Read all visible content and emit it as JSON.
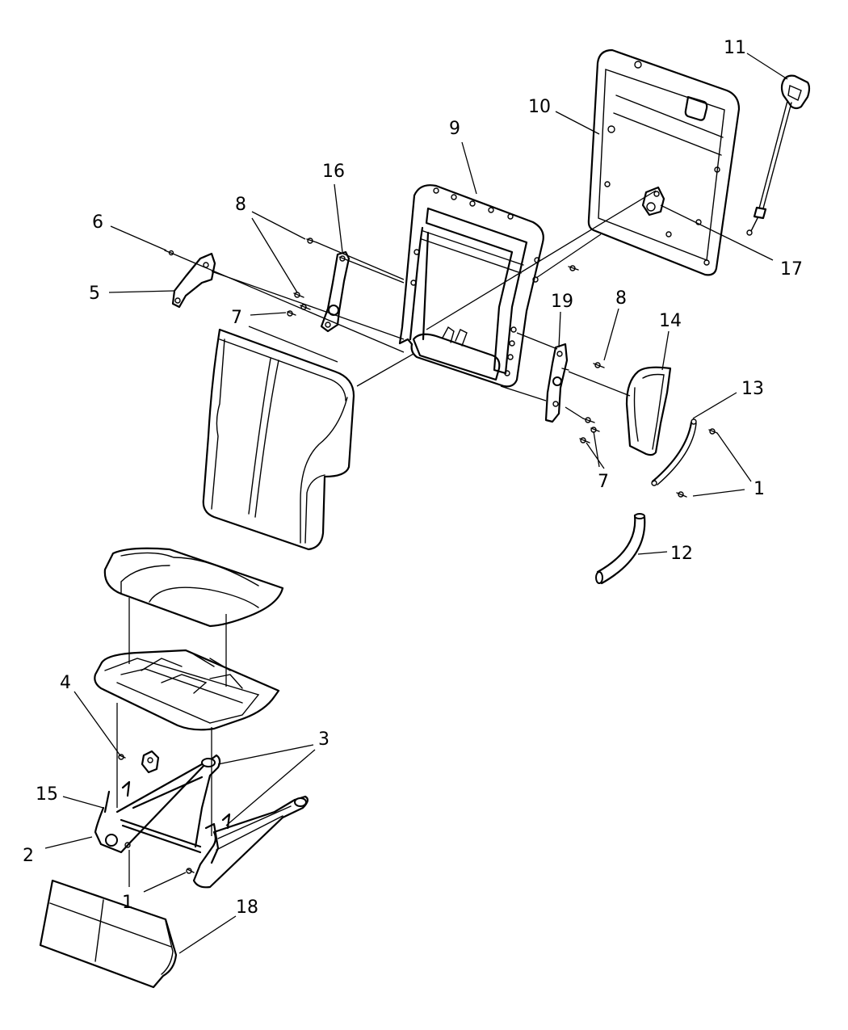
{
  "diagram": {
    "callouts": [
      {
        "id": "11",
        "label": "11"
      },
      {
        "id": "10",
        "label": "10"
      },
      {
        "id": "9",
        "label": "9"
      },
      {
        "id": "16",
        "label": "16"
      },
      {
        "id": "8a",
        "label": "8"
      },
      {
        "id": "6",
        "label": "6"
      },
      {
        "id": "5",
        "label": "5"
      },
      {
        "id": "7a",
        "label": "7"
      },
      {
        "id": "17",
        "label": "17"
      },
      {
        "id": "19",
        "label": "19"
      },
      {
        "id": "8b",
        "label": "8"
      },
      {
        "id": "14",
        "label": "14"
      },
      {
        "id": "13",
        "label": "13"
      },
      {
        "id": "7b",
        "label": "7"
      },
      {
        "id": "1a",
        "label": "1"
      },
      {
        "id": "12",
        "label": "12"
      },
      {
        "id": "4",
        "label": "4"
      },
      {
        "id": "3",
        "label": "3"
      },
      {
        "id": "15",
        "label": "15"
      },
      {
        "id": "2",
        "label": "2"
      },
      {
        "id": "1b",
        "label": "1"
      },
      {
        "id": "18",
        "label": "18"
      }
    ]
  }
}
